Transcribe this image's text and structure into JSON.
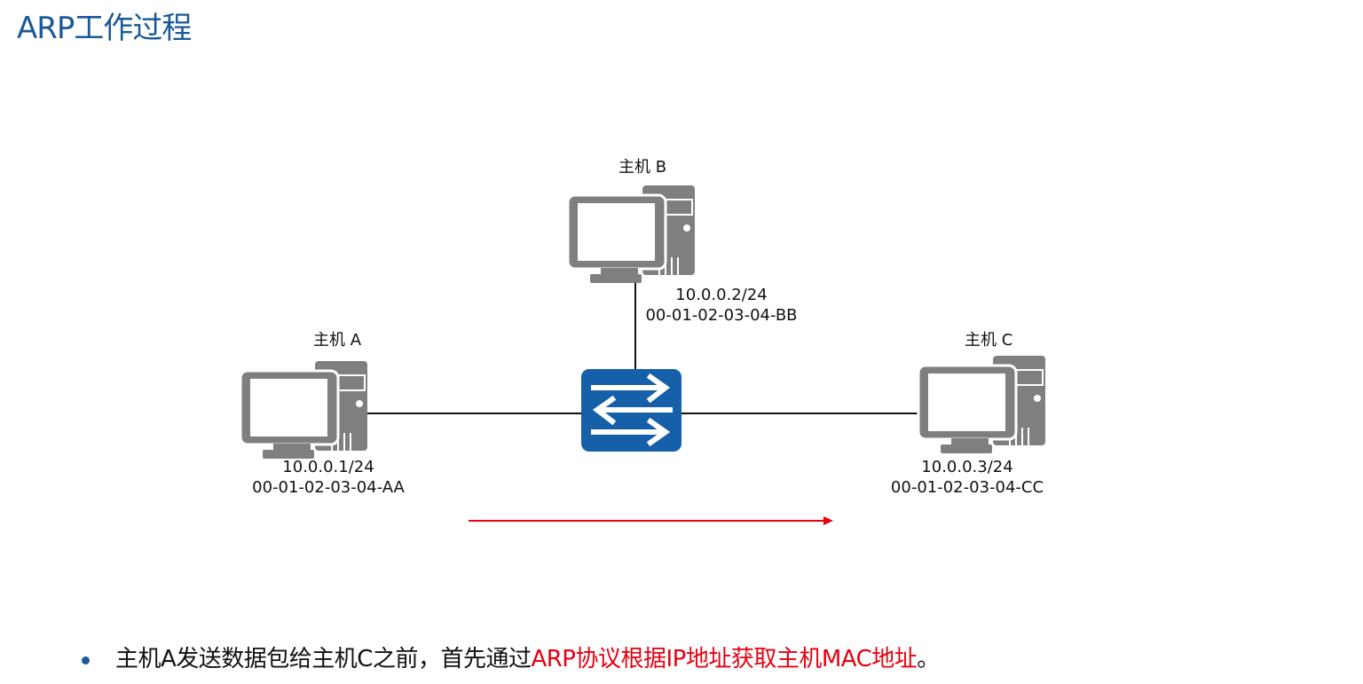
{
  "title": "ARP工作过程",
  "hosts": {
    "a": {
      "name": "主机 A",
      "ip": "10.0.0.1/24",
      "mac": "00-01-02-03-04-AA"
    },
    "b": {
      "name": "主机 B",
      "ip": "10.0.0.2/24",
      "mac": "00-01-02-03-04-BB"
    },
    "c": {
      "name": "主机 C",
      "ip": "10.0.0.3/24",
      "mac": "00-01-02-03-04-CC"
    }
  },
  "bullet": {
    "text_plain": "主机A发送数据包给主机C之前，首先通过",
    "text_highlight": "ARP协议根据IP地址获取主机MAC地址",
    "text_end": "。"
  },
  "colors": {
    "title": "#1a5a96",
    "switch": "#1560a8",
    "computer": "#7f7f7f",
    "arrow": "#e60012"
  }
}
